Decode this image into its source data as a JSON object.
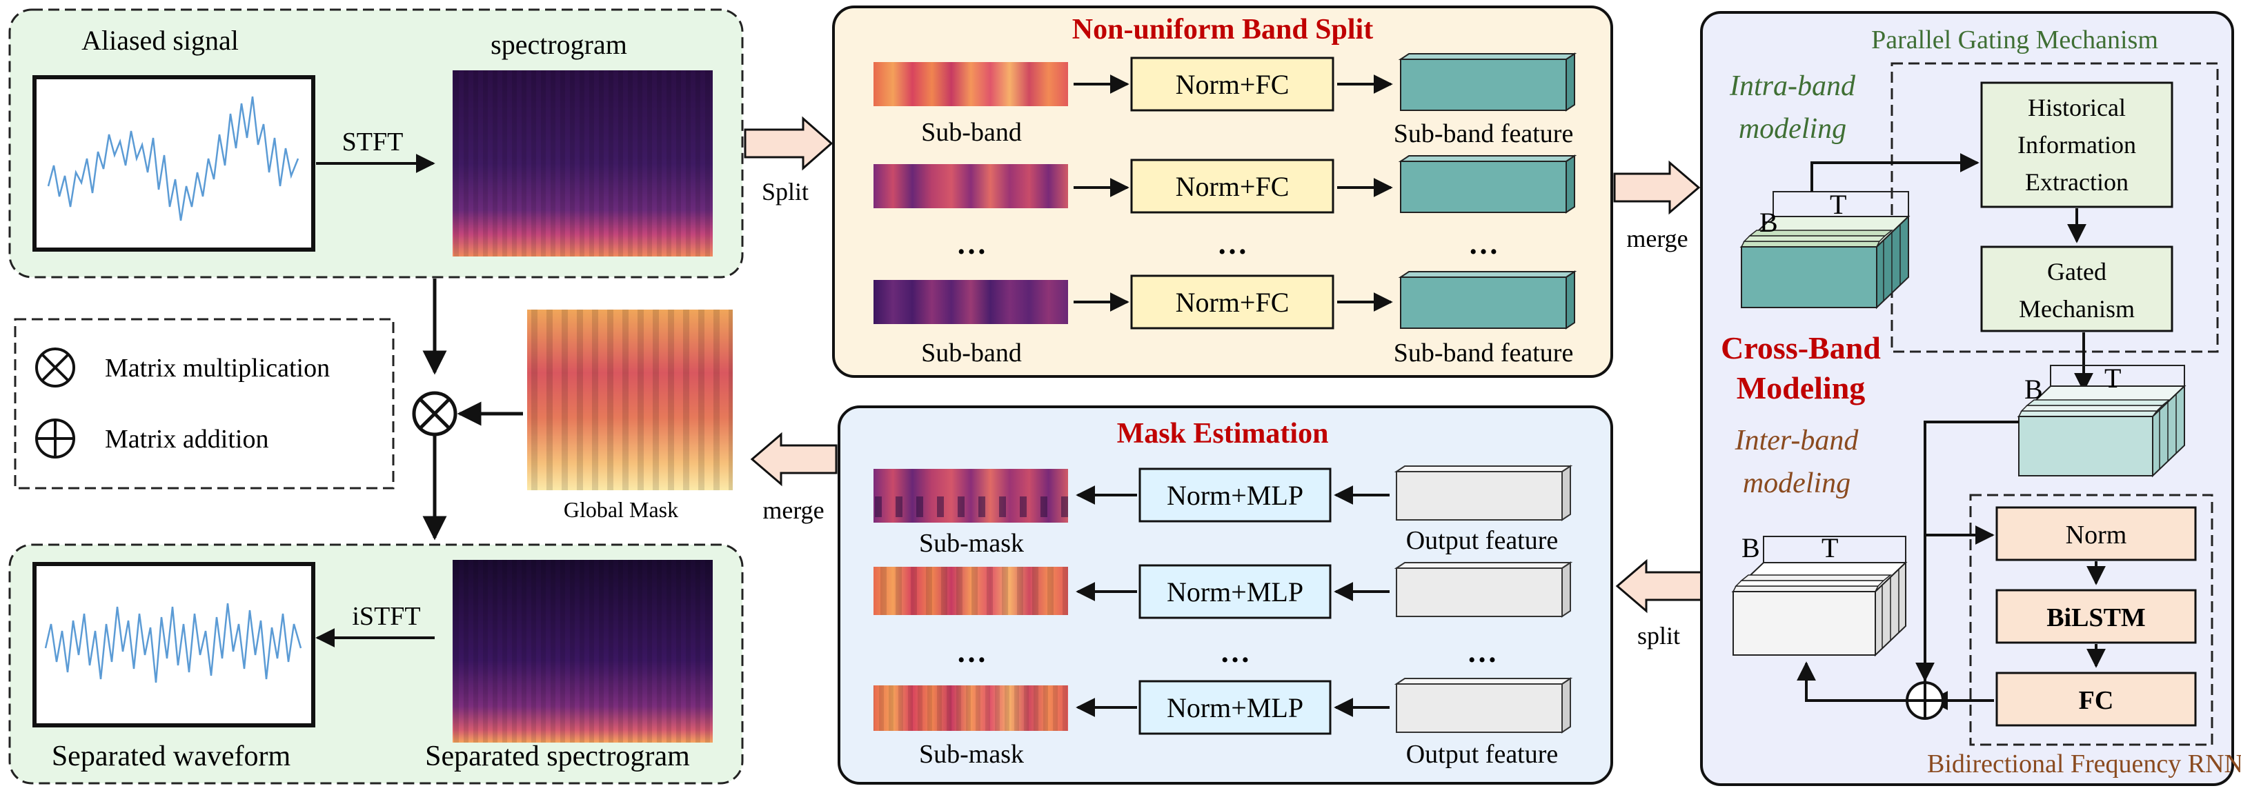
{
  "colors": {
    "panel_green": "#e7f6e6",
    "panel_yellow": "#fdf3df",
    "panel_blue": "#e8f1fb",
    "panel_lavender": "#eceefb",
    "title_red": "#c00000",
    "intra_green": "#3f6f34",
    "inter_brown": "#8a4a1f",
    "norm_fc_fill": "#fff3c2",
    "norm_mlp_fill": "#def3ff",
    "gating_fill": "#e8f2de",
    "rnn_fill": "#fbe4d2",
    "feature_teal": "#6fb3ae",
    "output_gray": "#ebebeb",
    "arrow_fill": "#fbe1d3"
  },
  "input_panel": {
    "aliased_signal": "Aliased signal",
    "spectrogram": "spectrogram",
    "stft": "STFT"
  },
  "legend": {
    "matrix_multiplication": "Matrix multiplication",
    "matrix_addition": "Matrix addition"
  },
  "global_mask": "Global Mask",
  "output_panel": {
    "separated_waveform": "Separated waveform",
    "separated_spectrogram": "Separated spectrogram",
    "istft": "iSTFT"
  },
  "band_split": {
    "title": "Non-uniform Band Split",
    "subband": "Sub-band",
    "norm_fc": "Norm+FC",
    "subband_feature": "Sub-band feature",
    "ellipsis": "…"
  },
  "mask_estimation": {
    "title": "Mask Estimation",
    "submask": "Sub-mask",
    "norm_mlp": "Norm+MLP",
    "output_feature": "Output feature",
    "ellipsis": "…"
  },
  "flow_labels": {
    "split_top": "Split",
    "merge_top": "merge",
    "merge_bottom": "merge",
    "split_bottom": "split"
  },
  "modeling": {
    "parallel_gating": "Parallel Gating Mechanism",
    "intra_line1": "Intra-band",
    "intra_line2": "modeling",
    "historical_line1": "Historical",
    "historical_line2": "Information",
    "historical_line3": "Extraction",
    "gated_line1": "Gated",
    "gated_line2": "Mechanism",
    "cross_line1": "Cross-Band",
    "cross_line2": "Modeling",
    "inter_line1": "Inter-band",
    "inter_line2": "modeling",
    "norm": "Norm",
    "bilstm": "BiLSTM",
    "fc": "FC",
    "bidirectional_rnn": "Bidirectional Frequency RNN",
    "axis_b": "B",
    "axis_t": "T"
  }
}
